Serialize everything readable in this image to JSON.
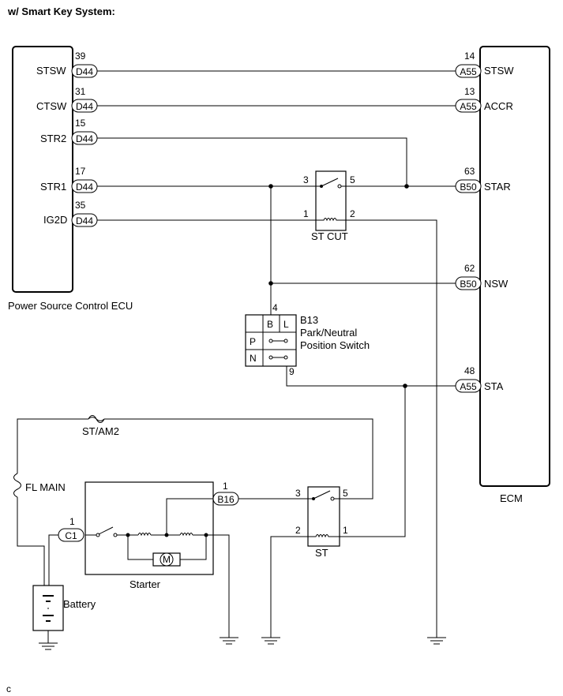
{
  "title": "w/ Smart Key System:",
  "footer_mark": "c",
  "ecu_left": {
    "name": "Power Source Control ECU",
    "pins": [
      {
        "signal": "STSW",
        "num": "39",
        "conn": "D44"
      },
      {
        "signal": "CTSW",
        "num": "31",
        "conn": "D44"
      },
      {
        "signal": "STR2",
        "num": "15",
        "conn": "D44"
      },
      {
        "signal": "STR1",
        "num": "17",
        "conn": "D44"
      },
      {
        "signal": "IG2D",
        "num": "35",
        "conn": "D44"
      }
    ]
  },
  "ecm": {
    "name": "ECM",
    "pins": [
      {
        "signal": "STSW",
        "num": "14",
        "conn": "A55"
      },
      {
        "signal": "ACCR",
        "num": "13",
        "conn": "A55"
      },
      {
        "signal": "STAR",
        "num": "63",
        "conn": "B50"
      },
      {
        "signal": "NSW",
        "num": "62",
        "conn": "B50"
      },
      {
        "signal": "STA",
        "num": "48",
        "conn": "A55"
      }
    ]
  },
  "st_cut_relay": {
    "name": "ST CUT",
    "pin3": "3",
    "pin5": "5",
    "pin1": "1",
    "pin2": "2"
  },
  "pn_switch": {
    "conn": "B13",
    "name_line1": "Park/Neutral",
    "name_line2": "Position Switch",
    "pin_top": "4",
    "pin_bottom": "9",
    "col_b": "B",
    "col_l": "L",
    "row_p": "P",
    "row_n": "N"
  },
  "fuses": {
    "st_am2": "ST/AM2",
    "fl_main": "FL MAIN"
  },
  "starter": {
    "name": "Starter",
    "conn": "B16",
    "pin": "1",
    "motor": "M"
  },
  "st_relay": {
    "name": "ST",
    "pin3": "3",
    "pin5": "5",
    "pin2": "2",
    "pin1": "1"
  },
  "battery": {
    "name": "Battery",
    "conn": "C1",
    "pin": "1"
  }
}
